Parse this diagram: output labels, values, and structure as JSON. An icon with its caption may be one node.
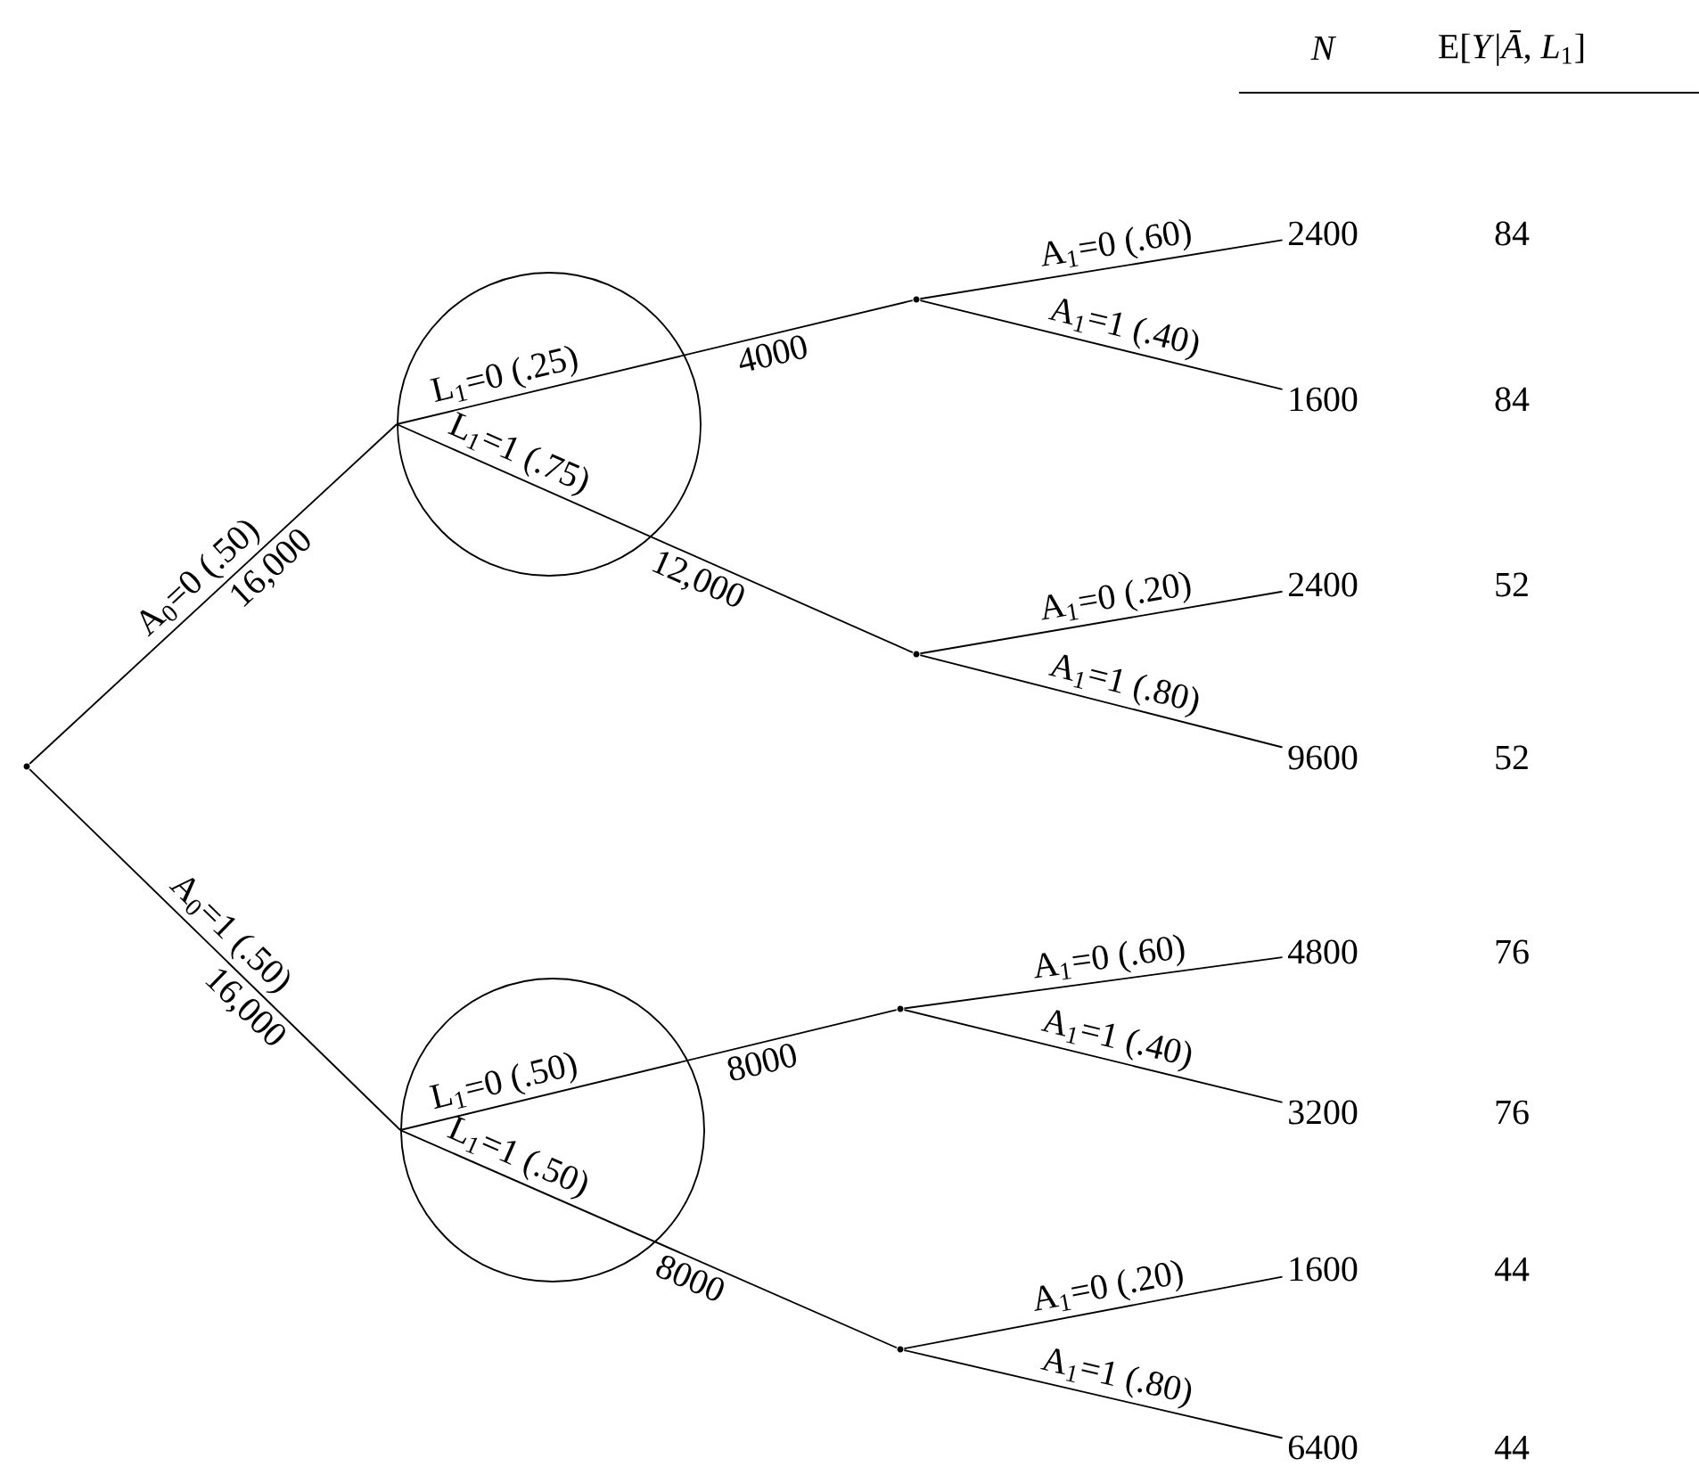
{
  "diagram": {
    "nodes": [
      {
        "text": [],
        "shape": "point"
      },
      {
        "text": [],
        "shape": "circle"
      },
      {
        "text": [],
        "shape": "circle"
      },
      {
        "text": [],
        "shape": "point"
      },
      {
        "text": [],
        "shape": "point"
      },
      {
        "text": [],
        "shape": "point"
      },
      {
        "text": [],
        "shape": "point"
      },
      {
        "text": [
          "2400"
        ],
        "beside": [
          "84"
        ]
      },
      {
        "text": [
          "1600"
        ],
        "beside": [
          "84"
        ]
      },
      {
        "text": [
          "2400"
        ],
        "beside": [
          "52"
        ]
      },
      {
        "text": [
          "9600"
        ],
        "beside": [
          "52"
        ]
      },
      {
        "text": [
          "4800"
        ],
        "beside": [
          "76"
        ]
      },
      {
        "text": [
          "3200"
        ],
        "beside": [
          "76"
        ]
      },
      {
        "text": [
          "1600"
        ],
        "beside": [
          "44"
        ]
      },
      {
        "text": [
          "6400"
        ],
        "beside": [
          "44"
        ]
      }
    ],
    "edges": [
      {
        "from": 0,
        "to": 1,
        "arrow": "none",
        "label": "A$_{0}$=0 (.50)"
      },
      {
        "from": 1,
        "to": 3,
        "arrow": "none",
        "label": "L$_{1}$=0 (.25)"
      },
      {
        "from": 1,
        "to": 4,
        "arrow": "none",
        "label": "L$_{1}$=1 (.75)"
      },
      {
        "from": 3,
        "to": 7,
        "arrow": "none",
        "label": "A$_{1}$=0 (.60)"
      },
      {
        "from": 3,
        "to": 8,
        "arrow": "none",
        "label": "A$_{1}$=1 (.40)"
      },
      {
        "from": 4,
        "to": 9,
        "arrow": "none",
        "label": "A$_{1}$=0 (.20)"
      },
      {
        "from": 4,
        "to": 10,
        "arrow": "none",
        "label": "A$_{1}$=1 (.80)"
      },
      {
        "from": 0,
        "to": 2,
        "arrow": "none",
        "label": "A$_{0}$=1 (.50)"
      },
      {
        "from": 2,
        "to": 5,
        "arrow": "none",
        "label": "L$_{1}$=0 (.50)"
      },
      {
        "from": 2,
        "to": 6,
        "arrow": "none",
        "label": "L$_{1}$=1 (.50)"
      },
      {
        "from": 5,
        "to": 11,
        "arrow": "none",
        "label": "A$_{1}$=0 (.60)"
      },
      {
        "from": 5,
        "to": 12,
        "arrow": "none",
        "label": "A$_{1}$=1 (.40)"
      },
      {
        "from": 6,
        "to": 13,
        "arrow": "none",
        "label": "A$_{1}$=0 (.20)"
      },
      {
        "from": 6,
        "to": 14,
        "arrow": "none",
        "label": "A$_{1}$=1 (.80)"
      }
    ],
    "labels": [
      "N",
      "E[*Y*|*Ā*, *L*$_{1}$]",
      "16,000",
      "4000",
      "12,000",
      "16,000",
      "8000",
      "8000"
    ]
  }
}
